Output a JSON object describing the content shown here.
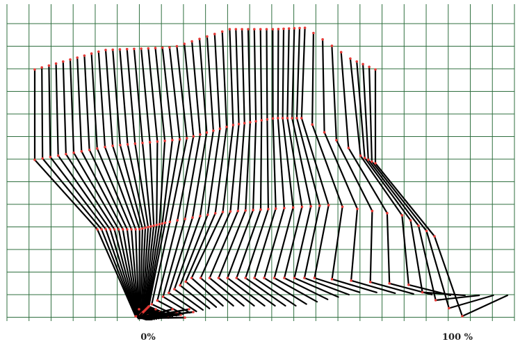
{
  "figure": {
    "description_free": true,
    "labels": {
      "start": "0%",
      "end": "100 %"
    },
    "colors": {
      "background": "#ffffff",
      "grid": "#2f6f3f",
      "segment": "#000000",
      "joint": "#e53935"
    },
    "grid": {
      "vertical_lines": 24,
      "horizontal_lines": 15
    },
    "sequence": {
      "frame_count": 50,
      "phase_start_percent": 0,
      "phase_end_percent": 100
    }
  }
}
